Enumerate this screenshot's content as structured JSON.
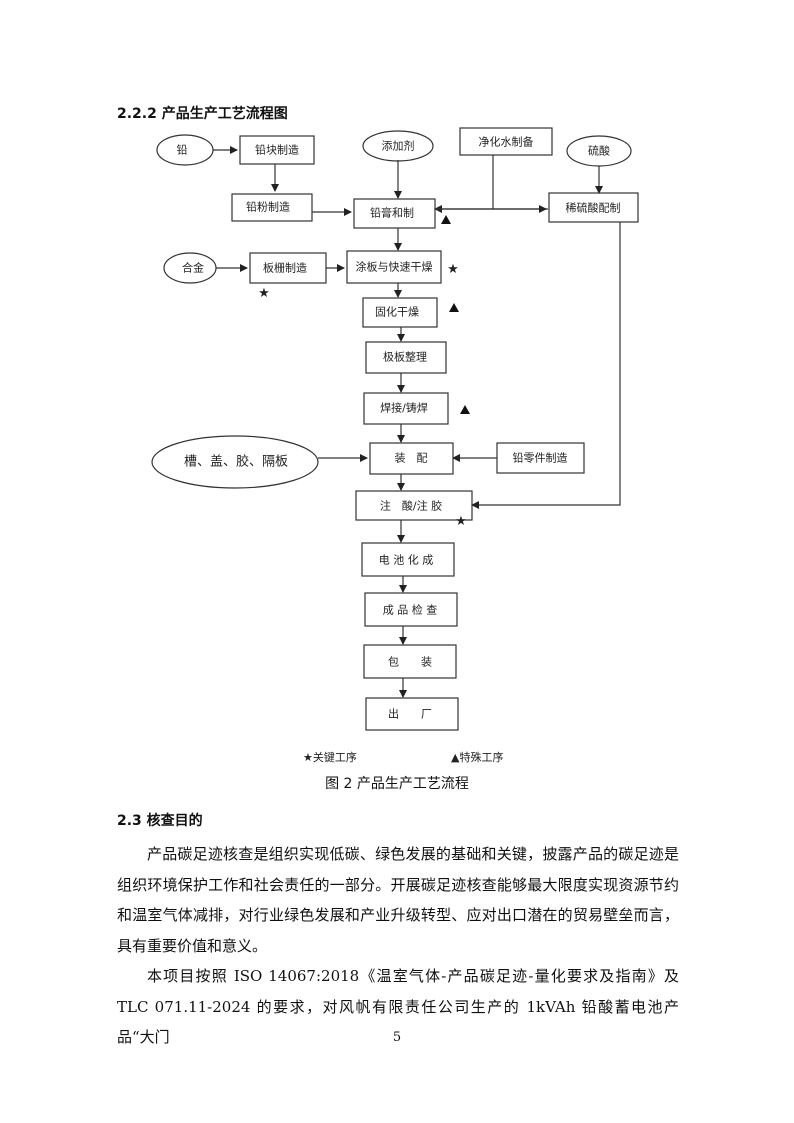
{
  "section_222": "2.2.2  产品生产工艺流程图",
  "nodes": {
    "lead": "铅",
    "lead_block": "铅块制造",
    "additive": "添加剂",
    "pure_water": "净化水制备",
    "sulfuric_acid": "硫酸",
    "lead_powder": "铅粉制造",
    "paste": "铅膏和制",
    "dilute_acid": "稀硫酸配制",
    "alloy": "合金",
    "grid": "板栅制造",
    "coating": "涂板与快速干燥",
    "curing": "固化干燥",
    "plate_sort": "极板整理",
    "welding": "焊接/铸焊",
    "parts_left": "槽、盖、胶、隔板",
    "assembly": "装　配",
    "lead_parts": "铅零件制造",
    "acid_fill": "注　酸/注 胶",
    "formation": "电 池 化 成",
    "inspection": "成 品 检 查",
    "packing": "包　　装",
    "shipping": "出　　厂"
  },
  "legend": {
    "key": "★关键工序",
    "special": "▲特殊工序"
  },
  "figure_caption": "图 2  产品生产工艺流程",
  "section_23": "2.3  核查目的",
  "paragraph1": "产品碳足迹核查是组织实现低碳、绿色发展的基础和关键，披露产品的碳足迹是组织环境保护工作和社会责任的一部分。开展碳足迹核查能够最大限度实现资源节约和温室气体减排，对行业绿色发展和产业升级转型、应对出口潜在的贸易壁垒而言，具有重要价值和意义。",
  "paragraph2": "本项目按照 ISO 14067:2018《温室气体-产品碳足迹-量化要求及指南》及 TLC 071.11-2024 的要求，对风帆有限责任公司生产的 1kVAh 铅酸蓄电池产品“大门",
  "page_number": "5"
}
